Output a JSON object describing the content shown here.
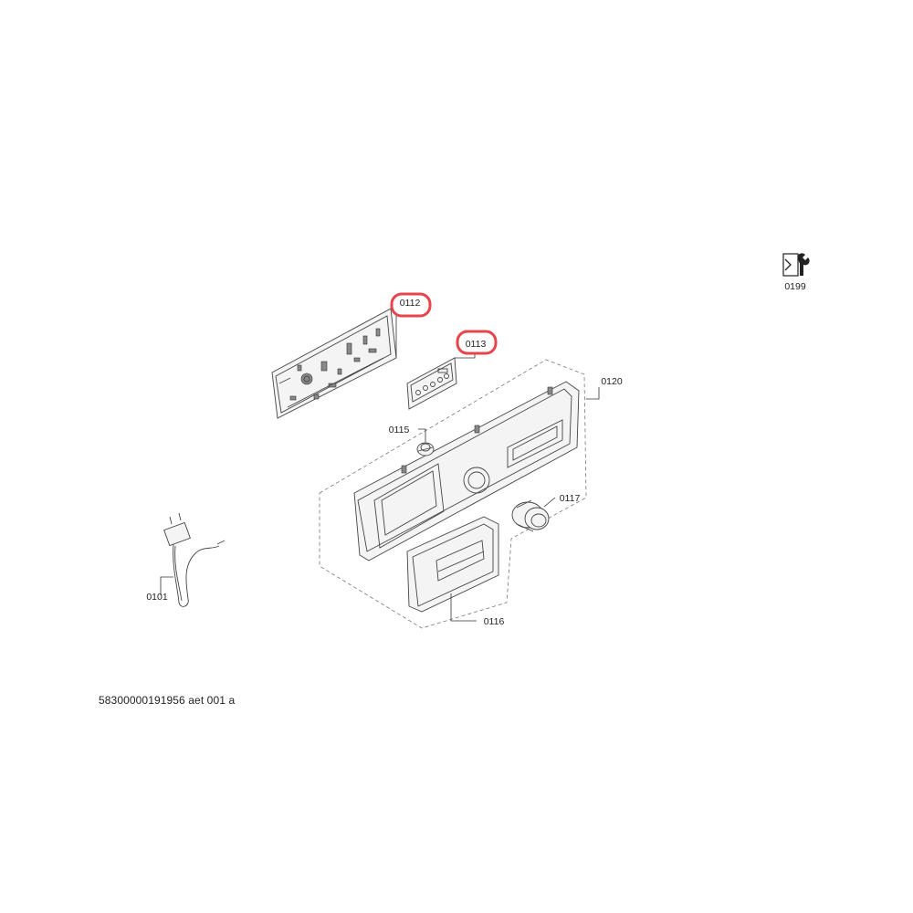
{
  "callouts": {
    "c0112": "0112",
    "c0113": "0113",
    "c0115": "0115",
    "c0116": "0116",
    "c0117": "0117",
    "c0120": "0120",
    "c0101": "0101",
    "c0199": "0199"
  },
  "highlighted": [
    "0112",
    "0113"
  ],
  "highlight_color": "#e8454b",
  "document_id": "58300000191956 aet 001 a",
  "icons": {
    "service_kit": "service-tool-icon"
  }
}
